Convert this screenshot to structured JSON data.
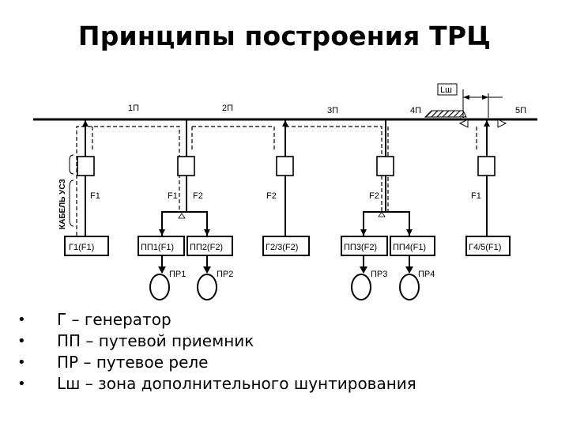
{
  "title": "Принципы построения ТРЦ",
  "diagram": {
    "sections": [
      "1П",
      "2П",
      "3П",
      "4П",
      "5П"
    ],
    "zone_label": "Lш",
    "cable_label": "КАБЕЛЬ УСЗ",
    "f1": "F1",
    "f2": "F2",
    "boxes": [
      "Г1(F1)",
      "ПП1(F1)",
      "ПП2(F2)",
      "Г2/3(F2)",
      "ПП3(F2)",
      "ПП4(F1)",
      "Г4/5(F1)"
    ],
    "relays": [
      "ПР1",
      "ПР2",
      "ПР3",
      "ПР4"
    ]
  },
  "legend": [
    "Г – генератор",
    "ПП – путевой приемник",
    "ПР – путевое реле",
    "Lш – зона дополнительного шунтирования"
  ]
}
